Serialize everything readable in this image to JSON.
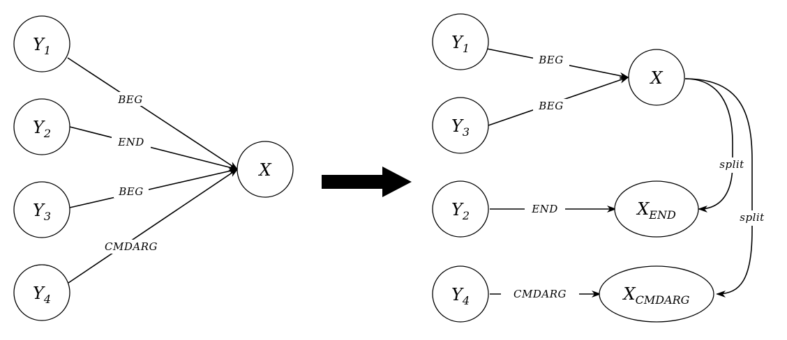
{
  "left": {
    "nodes": {
      "y1": {
        "base": "Y",
        "sub": "1"
      },
      "y2": {
        "base": "Y",
        "sub": "2"
      },
      "y3": {
        "base": "Y",
        "sub": "3"
      },
      "y4": {
        "base": "Y",
        "sub": "4"
      },
      "x": {
        "base": "X",
        "sub": ""
      }
    },
    "edges": {
      "y1_x": "BEG",
      "y2_x": "END",
      "y3_x": "BEG",
      "y4_x": "CMDARG"
    }
  },
  "right": {
    "nodes": {
      "y1": {
        "base": "Y",
        "sub": "1"
      },
      "y3": {
        "base": "Y",
        "sub": "3"
      },
      "y2": {
        "base": "Y",
        "sub": "2"
      },
      "y4": {
        "base": "Y",
        "sub": "4"
      },
      "x": {
        "base": "X",
        "sub": ""
      },
      "x_end": {
        "base": "X",
        "sub": "END"
      },
      "x_cmdarg": {
        "base": "X",
        "sub": "CMDARG"
      }
    },
    "edges": {
      "y1_x": "BEG",
      "y3_x": "BEG",
      "y2_xend": "END",
      "y4_xcmdarg": "CMDARG",
      "split1": "split",
      "split2": "split"
    }
  }
}
